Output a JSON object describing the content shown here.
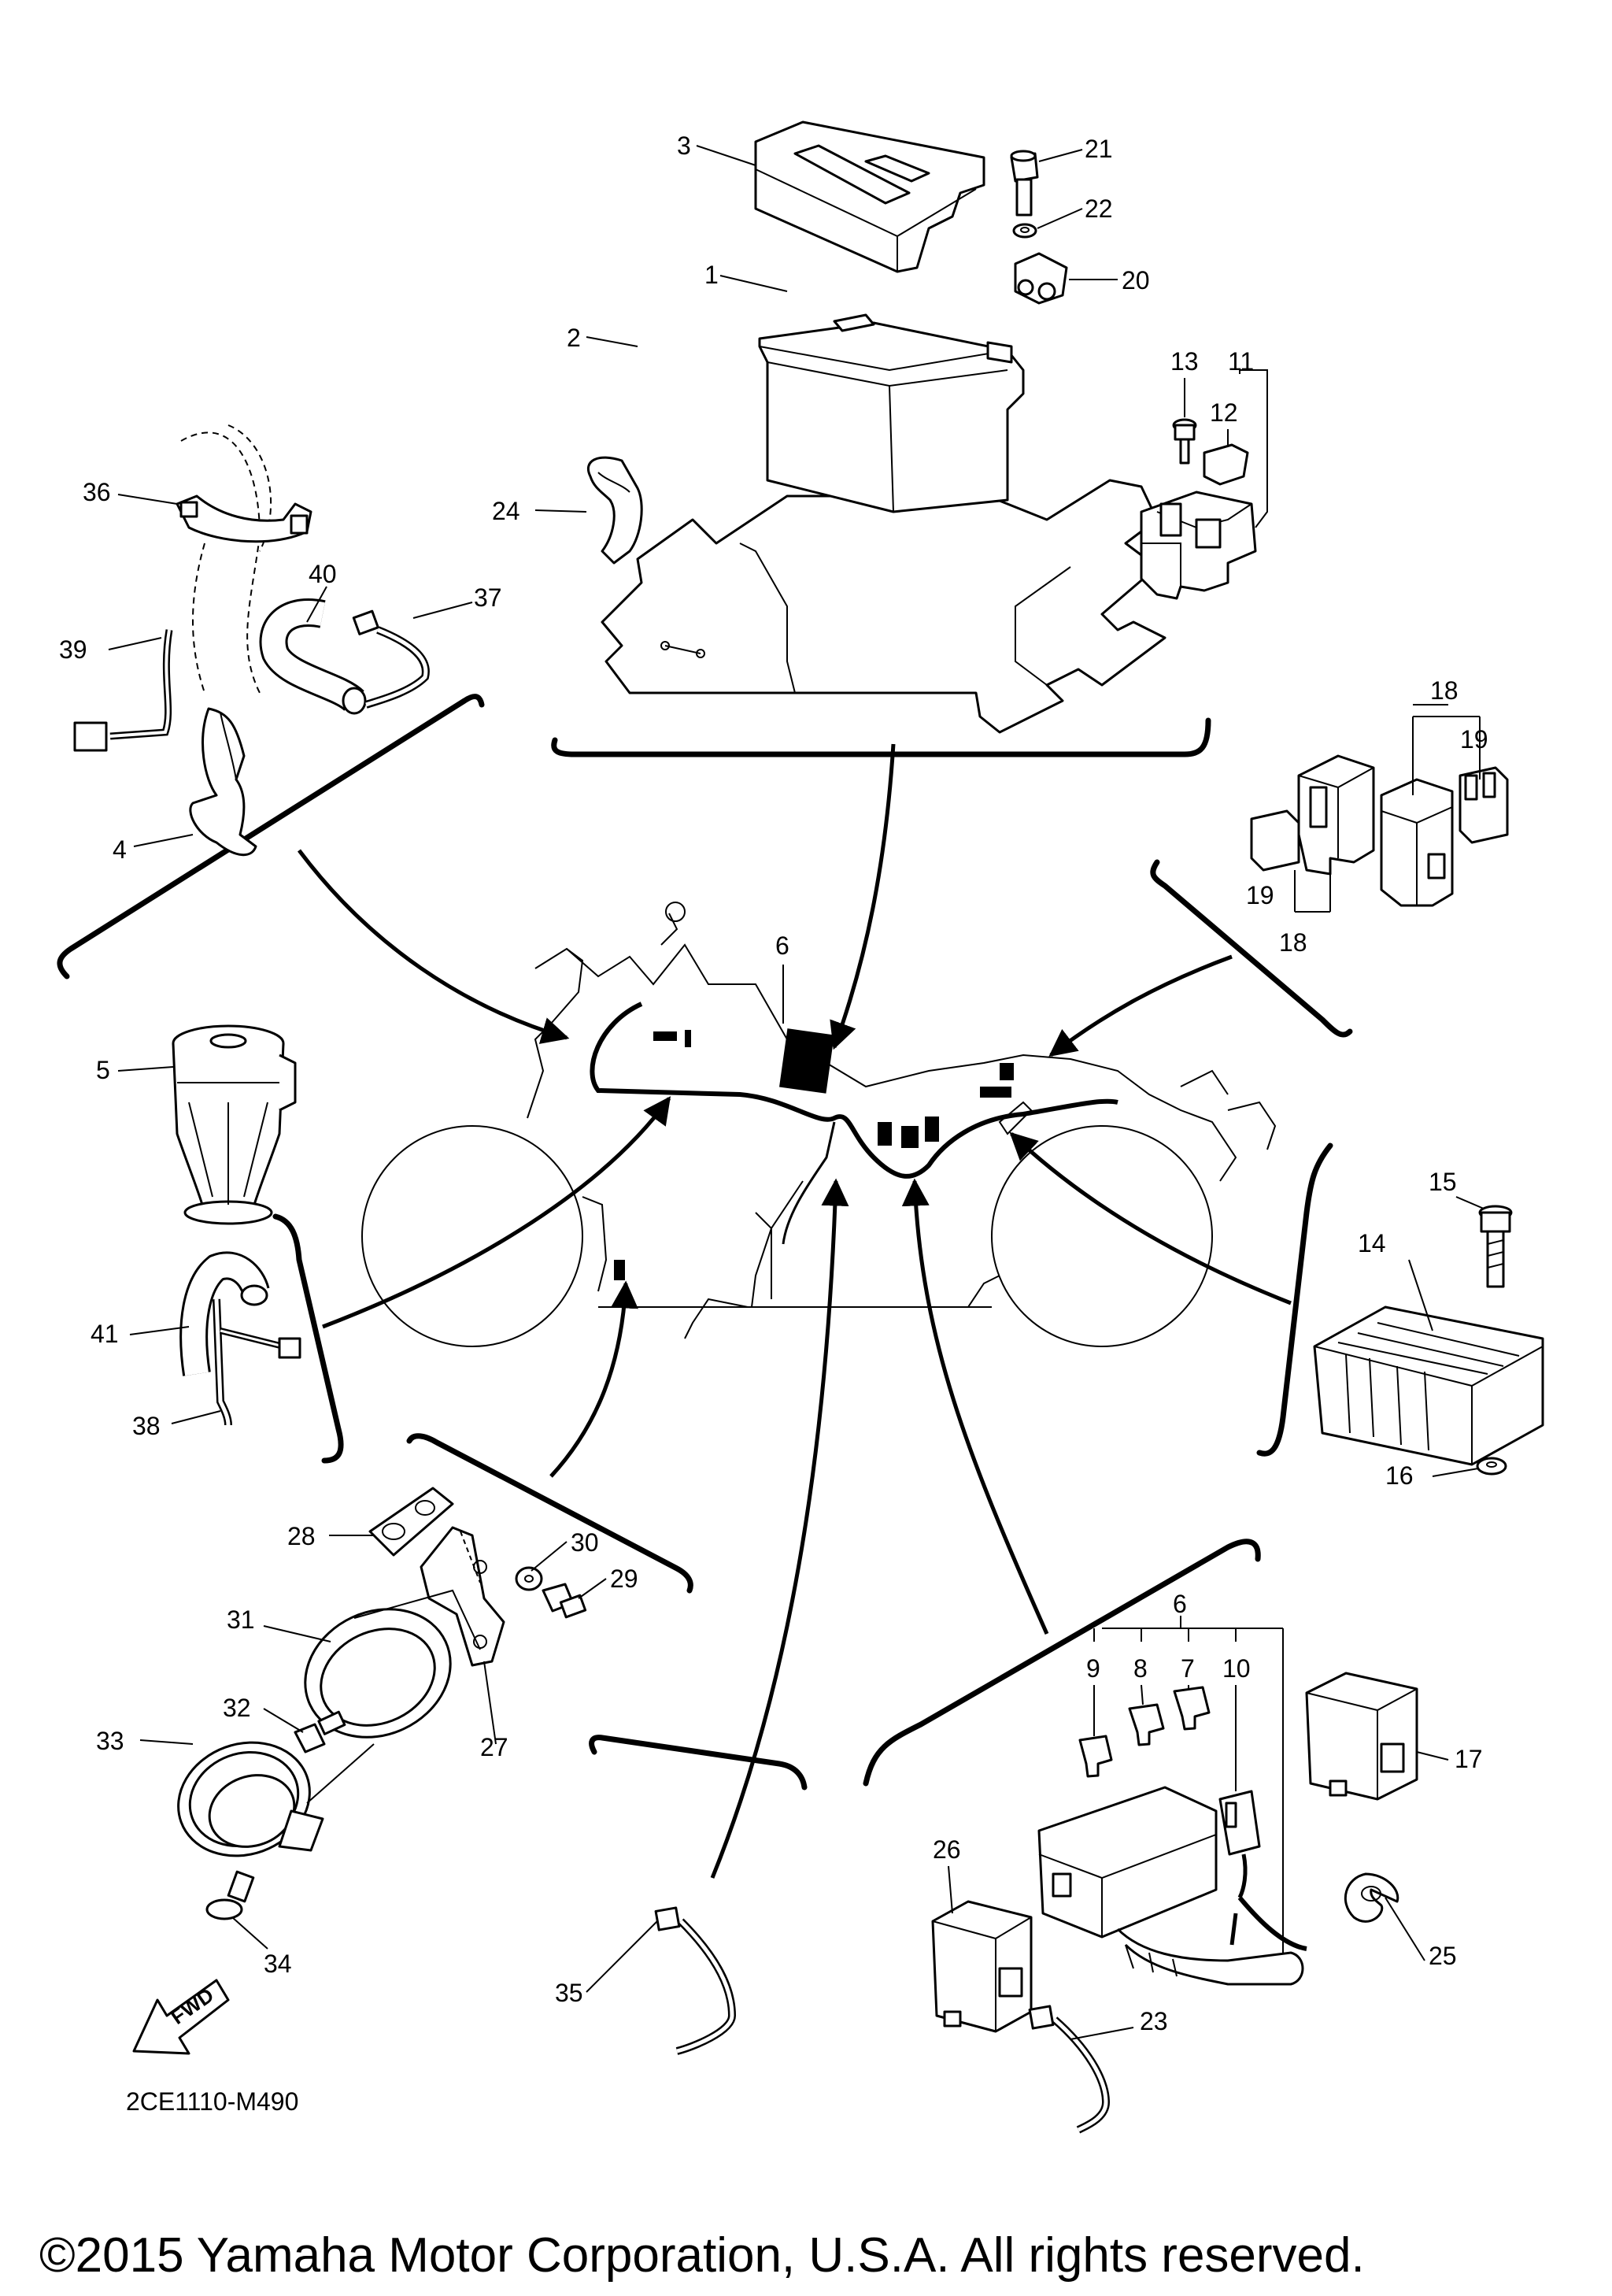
{
  "diagram": {
    "code": "2CE1110-M490",
    "copyright": "©2015 Yamaha Motor Corporation, U.S.A. All rights reserved.",
    "fwd_label": "FWD",
    "callouts": [
      {
        "id": "c1",
        "text": "1"
      },
      {
        "id": "c2",
        "text": "2"
      },
      {
        "id": "c3",
        "text": "3"
      },
      {
        "id": "c4",
        "text": "4"
      },
      {
        "id": "c5",
        "text": "5"
      },
      {
        "id": "c6a",
        "text": "6"
      },
      {
        "id": "c6b",
        "text": "6"
      },
      {
        "id": "c7",
        "text": "7"
      },
      {
        "id": "c8",
        "text": "8"
      },
      {
        "id": "c9",
        "text": "9"
      },
      {
        "id": "c10",
        "text": "10"
      },
      {
        "id": "c11",
        "text": "11"
      },
      {
        "id": "c12",
        "text": "12"
      },
      {
        "id": "c13",
        "text": "13"
      },
      {
        "id": "c14",
        "text": "14"
      },
      {
        "id": "c15",
        "text": "15"
      },
      {
        "id": "c16",
        "text": "16"
      },
      {
        "id": "c17",
        "text": "17"
      },
      {
        "id": "c18a",
        "text": "18"
      },
      {
        "id": "c18b",
        "text": "18"
      },
      {
        "id": "c19a",
        "text": "19"
      },
      {
        "id": "c19b",
        "text": "19"
      },
      {
        "id": "c20",
        "text": "20"
      },
      {
        "id": "c21",
        "text": "21"
      },
      {
        "id": "c22",
        "text": "22"
      },
      {
        "id": "c23",
        "text": "23"
      },
      {
        "id": "c24",
        "text": "24"
      },
      {
        "id": "c25",
        "text": "25"
      },
      {
        "id": "c26",
        "text": "26"
      },
      {
        "id": "c27",
        "text": "27"
      },
      {
        "id": "c28",
        "text": "28"
      },
      {
        "id": "c29",
        "text": "29"
      },
      {
        "id": "c30",
        "text": "30"
      },
      {
        "id": "c31",
        "text": "31"
      },
      {
        "id": "c32",
        "text": "32"
      },
      {
        "id": "c33",
        "text": "33"
      },
      {
        "id": "c34",
        "text": "34"
      },
      {
        "id": "c35",
        "text": "35"
      },
      {
        "id": "c36",
        "text": "36"
      },
      {
        "id": "c37",
        "text": "37"
      },
      {
        "id": "c38",
        "text": "38"
      },
      {
        "id": "c39",
        "text": "39"
      },
      {
        "id": "c40",
        "text": "40"
      },
      {
        "id": "c41",
        "text": "41"
      }
    ]
  }
}
